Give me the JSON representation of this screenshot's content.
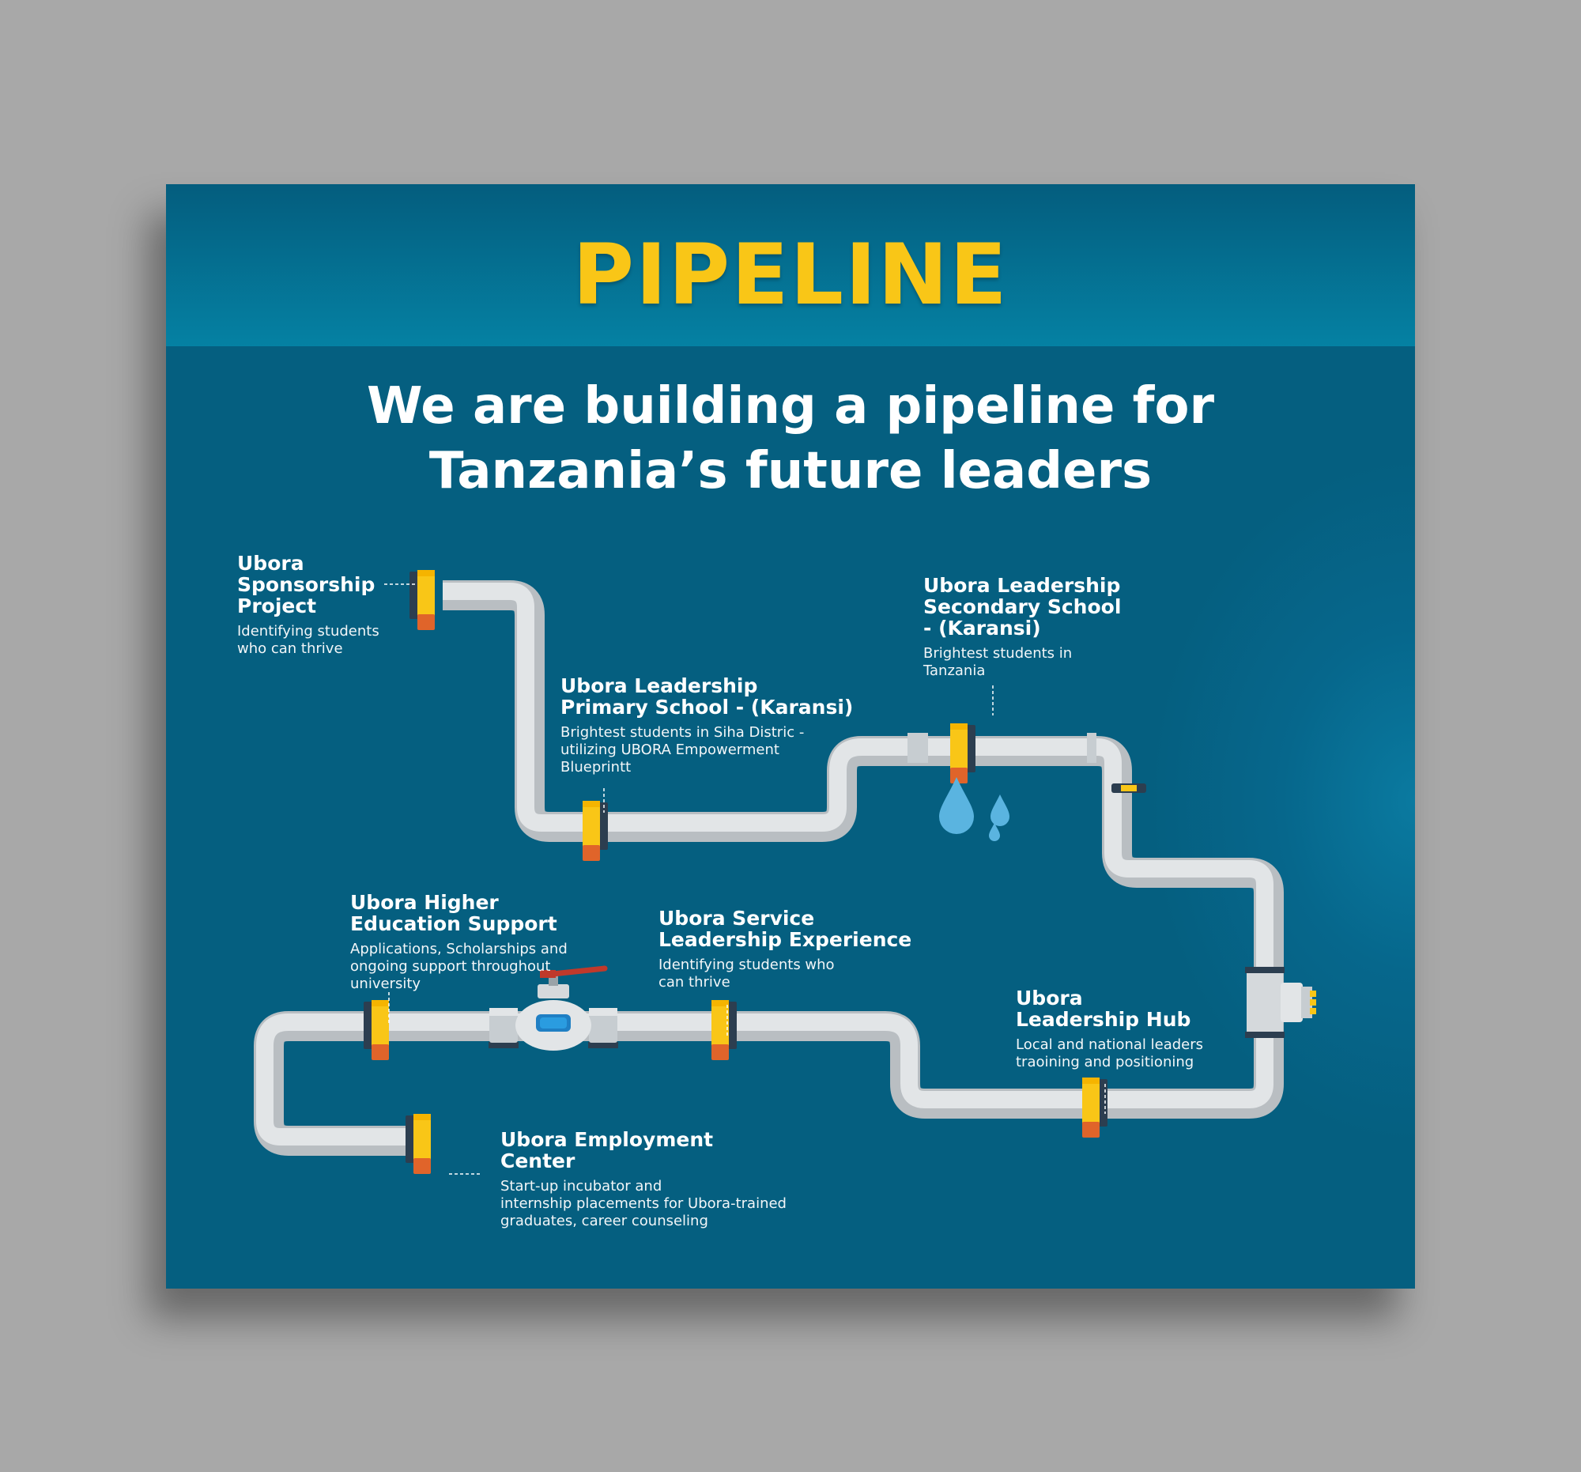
{
  "title": "PIPELINE",
  "subtitle": {
    "line1": "We are building a pipeline for",
    "line2": "Tanzania’s future leaders"
  },
  "colors": {
    "background": "#055f80",
    "header_band": "#0581a3",
    "title": "#f9c617",
    "pipe": "#e2e5e7",
    "pipe_shadow": "#b9bec2",
    "connector_yellow": "#f9c617",
    "connector_orange": "#e0642a",
    "water_drop": "#5ab4e0",
    "valve_handle": "#c0392b"
  },
  "stages": [
    {
      "title": "Ubora\nSponsorship\nProject",
      "description": "Identifying students\nwho can thrive"
    },
    {
      "title": "Ubora Leadership\nPrimary School - (Karansi)",
      "description": "Brightest students in Siha Distric -\nutilizing UBORA Empowerment\nBlueprintt"
    },
    {
      "title": "Ubora Leadership\nSecondary School\n- (Karansi)",
      "description": "Brightest students in\nTanzania"
    },
    {
      "title": "Ubora\nLeadership Hub",
      "description": "Local and national leaders\ntraoining and positioning"
    },
    {
      "title": "Ubora Service\nLeadership Experience",
      "description": "Identifying students who\ncan thrive"
    },
    {
      "title": "Ubora Higher\nEducation Support",
      "description": "Applications, Scholarships and\nongoing support throughout\nuniversity"
    },
    {
      "title": "Ubora Employment\nCenter",
      "description": "Start-up incubator and\ninternship placements for Ubora-trained\ngraduates, career counseling"
    }
  ],
  "icons": {
    "connector": "pipe-connector-icon",
    "valve": "valve-icon",
    "drop": "water-drop-icon",
    "outlet": "tee-outlet-icon"
  }
}
